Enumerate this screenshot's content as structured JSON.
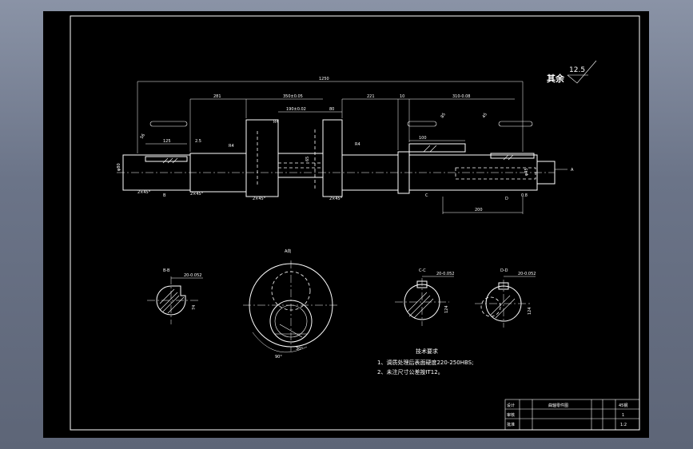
{
  "roughness": {
    "label": "其余",
    "value": "12.5"
  },
  "main_view": {
    "dims": {
      "overall": "1250",
      "d1": "281",
      "d2": "350±0.05",
      "d3": "190±0.02",
      "d4": "80",
      "d5": "221",
      "d6": "10",
      "d7": "310-0.08",
      "d8": "125",
      "d9": "100",
      "d10": "200",
      "d11": "56",
      "d12": "85",
      "d13": "45",
      "d14": "R4",
      "d15": "R4",
      "d16": "R4",
      "d17": "65",
      "d18": "2×45°",
      "d19": "2×45°",
      "d20": "2×45°",
      "d21": "2×45°",
      "d22": "2.5",
      "d23": "0.8",
      "d24": "φ80",
      "d25": "φ45",
      "sec_b": "B",
      "sec_c": "C",
      "sec_d": "D",
      "view_a": "A"
    }
  },
  "sections": {
    "bb": {
      "label": "B-B",
      "width": "20-0.052",
      "depth": "74"
    },
    "aa": {
      "label": "A向",
      "angle1": "30°",
      "angle2": "90°"
    },
    "cc": {
      "label": "C-C",
      "width": "20-0.052",
      "depth": "124"
    },
    "dd": {
      "label": "D-D",
      "width": "20-0.052",
      "depth": "124"
    }
  },
  "requirements": {
    "title": "技术要求",
    "item1": "1、调质处理后表面硬度220-250HBS;",
    "item2": "2、未注尺寸公差按IT12。"
  },
  "title_block": {
    "part_name": "曲轴零件图",
    "material_label": "45钢",
    "qty": "1",
    "scale": "1:2",
    "row1": "设计",
    "row2": "审核",
    "row3": "批准"
  }
}
